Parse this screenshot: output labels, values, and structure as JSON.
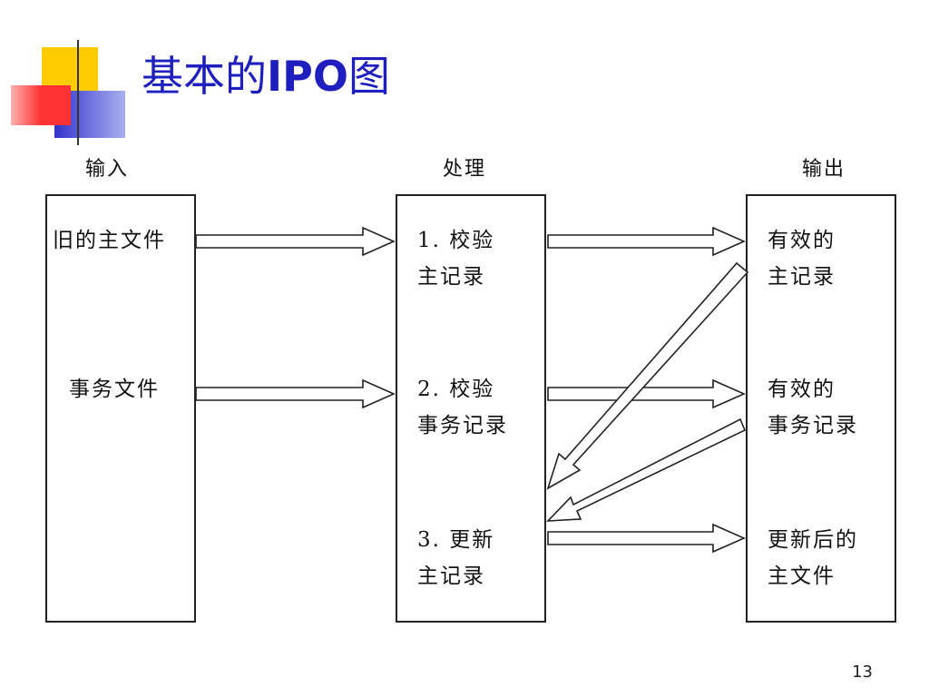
{
  "title": {
    "prefix": "基本的",
    "bold": "IPO",
    "suffix": "图"
  },
  "columns": {
    "input": "输入",
    "process": "处理",
    "output": "输出"
  },
  "inputs": [
    "旧的主文件",
    "事务文件"
  ],
  "process_steps": [
    {
      "line1": "1. 校验",
      "line2": "主记录"
    },
    {
      "line1": "2. 校验",
      "line2": "事务记录"
    },
    {
      "line1": "3. 更新",
      "line2": "主记录"
    }
  ],
  "outputs": [
    {
      "line1": "有效的",
      "line2": "主记录"
    },
    {
      "line1": "有效的",
      "line2": "事务记录"
    },
    {
      "line1": "更新后的",
      "line2": "主文件"
    }
  ],
  "page_number": "13",
  "colors": {
    "title": "#1f1fbf",
    "deco_yellow": "#ffcc00",
    "deco_red": "#ff3333",
    "deco_blue": "#3333cc"
  }
}
